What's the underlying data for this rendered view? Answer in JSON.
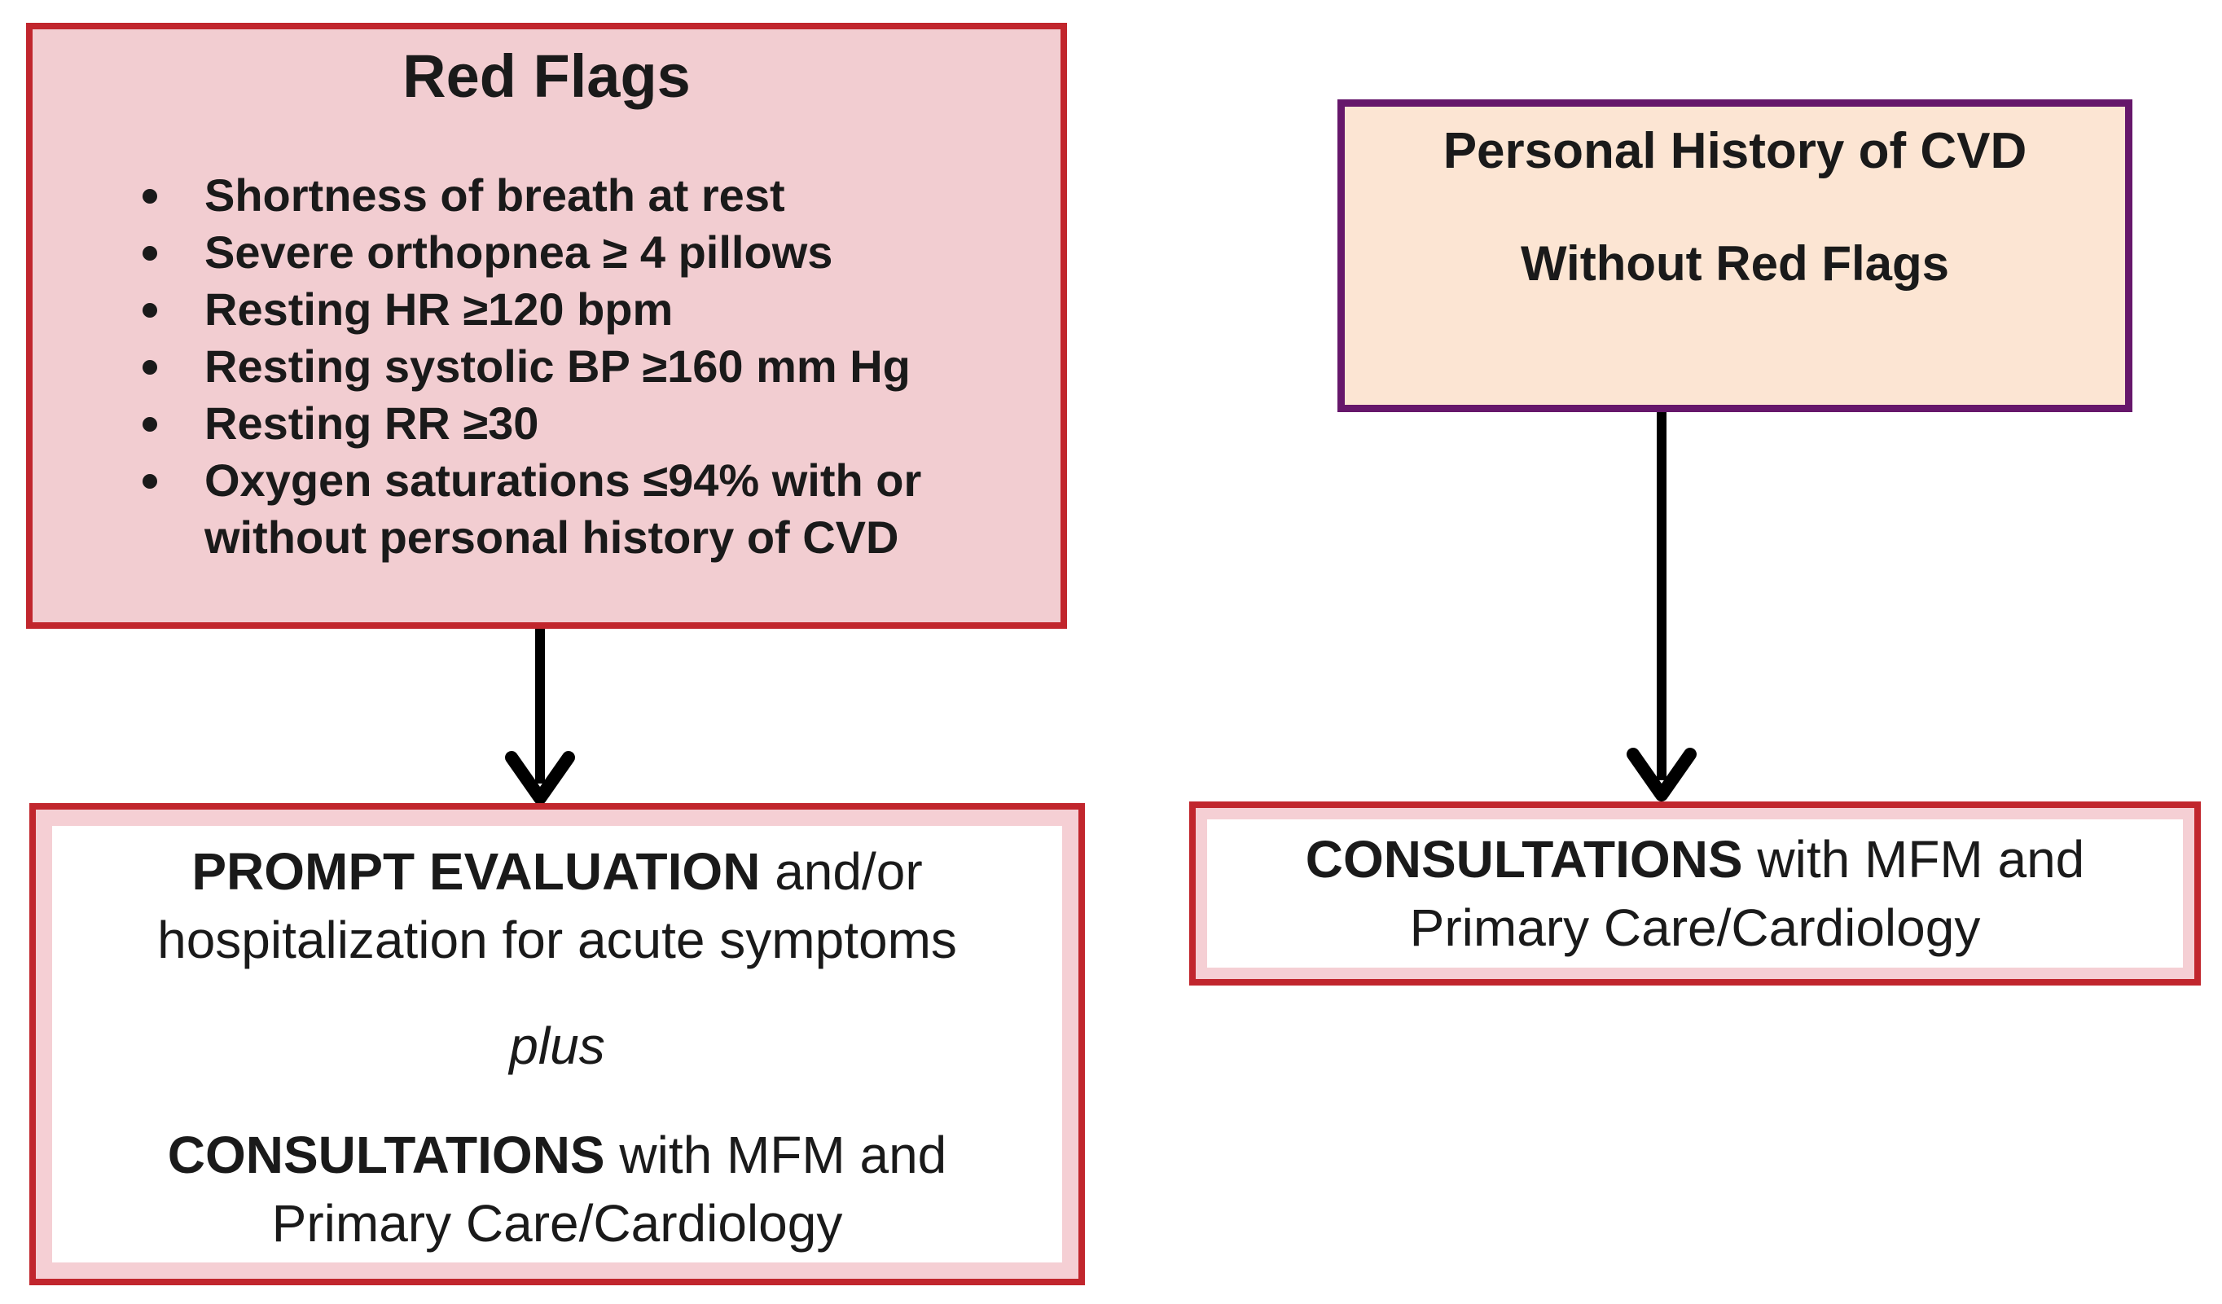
{
  "colors": {
    "background": "#ffffff",
    "ink": "#1a1a1a",
    "red_border": "#c1262d",
    "pink_fill": "#f2cdd1",
    "pink_band": "#f5cfd4",
    "peach_fill": "#fce5d3",
    "purple_border": "#66176b",
    "arrow": "#000000"
  },
  "red_flags_box": {
    "title": "Red Flags",
    "bullets": [
      "Shortness of breath at rest",
      "Severe orthopnea ≥ 4 pillows",
      "Resting HR ≥120 bpm",
      "Resting systolic BP ≥160 mm Hg",
      "Resting RR ≥30",
      "Oxygen saturations ≤94% with or without personal history of CVD"
    ]
  },
  "history_box": {
    "title": "Personal History of CVD",
    "subtitle": "Without Red Flags"
  },
  "prompt_box": {
    "line1": {
      "bold": "PROMPT EVALUATION",
      "rest": " and/or"
    },
    "line2": "hospitalization for acute symptoms",
    "plus": "plus",
    "line3": {
      "bold": "CONSULTATIONS",
      "rest": " with MFM and"
    },
    "line4": "Primary Care/Cardiology"
  },
  "consult_box": {
    "line1": {
      "bold": "CONSULTATIONS",
      "rest": " with MFM and"
    },
    "line2": "Primary Care/Cardiology"
  }
}
